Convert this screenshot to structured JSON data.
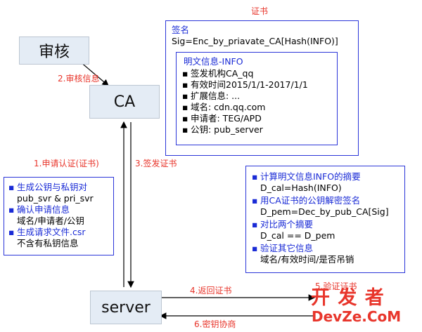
{
  "nodes": {
    "audit": "审核",
    "ca": "CA",
    "server": "server"
  },
  "edge_labels": {
    "audit_info": "2.审核信息",
    "apply_cert": "1.申请认证(证书)",
    "issue_cert": "3.签发证书",
    "return_cert": "4.返回证书",
    "verify_cert": "5.验证证书",
    "key_negotiation": "6.密钥协商"
  },
  "certificate": {
    "title": "证书",
    "signature_heading": "签名",
    "signature_formula": "Sig=Enc_by_priavate_CA[Hash(INFO)]",
    "plain_info": {
      "heading": "明文信息-INFO",
      "items": [
        "签发机构CA_qq",
        "有效时间2015/1/1-2017/1/1",
        "扩展信息: ...",
        "域名: cdn.qq.com",
        "申请者: TEG/APD",
        "公钥: pub_server"
      ]
    }
  },
  "server_steps": [
    {
      "heading": "生成公钥与私钥对",
      "detail": "pub_svr & pri_svr"
    },
    {
      "heading": "确认申请信息",
      "detail": "域名/申请者/公钥"
    },
    {
      "heading": "生成请求文件.csr",
      "detail": "不含有私钥信息"
    }
  ],
  "client_steps": [
    {
      "heading": "计算明文信息INFO的摘要",
      "detail": "D_cal=Hash(INFO)"
    },
    {
      "heading": "用CA证书的公钥解密签名",
      "detail": "D_pem=Dec_by_pub_CA[Sig]"
    },
    {
      "heading": "对比两个摘要",
      "detail": "D_cal == D_pem"
    },
    {
      "heading": "验证其它信息",
      "detail": "域名/有效时间/是否吊销"
    }
  ],
  "watermark": {
    "line1": "开 发 者",
    "line2": "DevZe.CoM"
  },
  "colors": {
    "node_fill": "#e4ecf5",
    "label_red": "#e8352b",
    "box_blue": "#2b36d9"
  }
}
